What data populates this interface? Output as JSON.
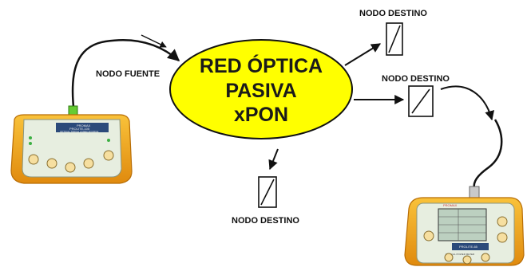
{
  "network": {
    "line1": "RED ÓPTICA",
    "line2": "PASIVA",
    "line3": "xPON",
    "fill": "#ffff00"
  },
  "labels": {
    "source": "NODO FUENTE",
    "dest_top": "NODO DESTINO",
    "dest_right": "NODO DESTINO",
    "dest_bottom": "NODO DESTINO"
  },
  "devices": {
    "left": {
      "brand": "PROMAX",
      "model": "PROLITE-105",
      "subtitle": "OPTICAL TRIPLE LASER SOURCE",
      "body_color": "#f5a21a",
      "connector_color": "#66cc33"
    },
    "right": {
      "brand": "PROMAX",
      "model": "PROLITE-65",
      "subtitle": "OPTICAL POWER METER",
      "body_color": "#f5a21a"
    }
  }
}
